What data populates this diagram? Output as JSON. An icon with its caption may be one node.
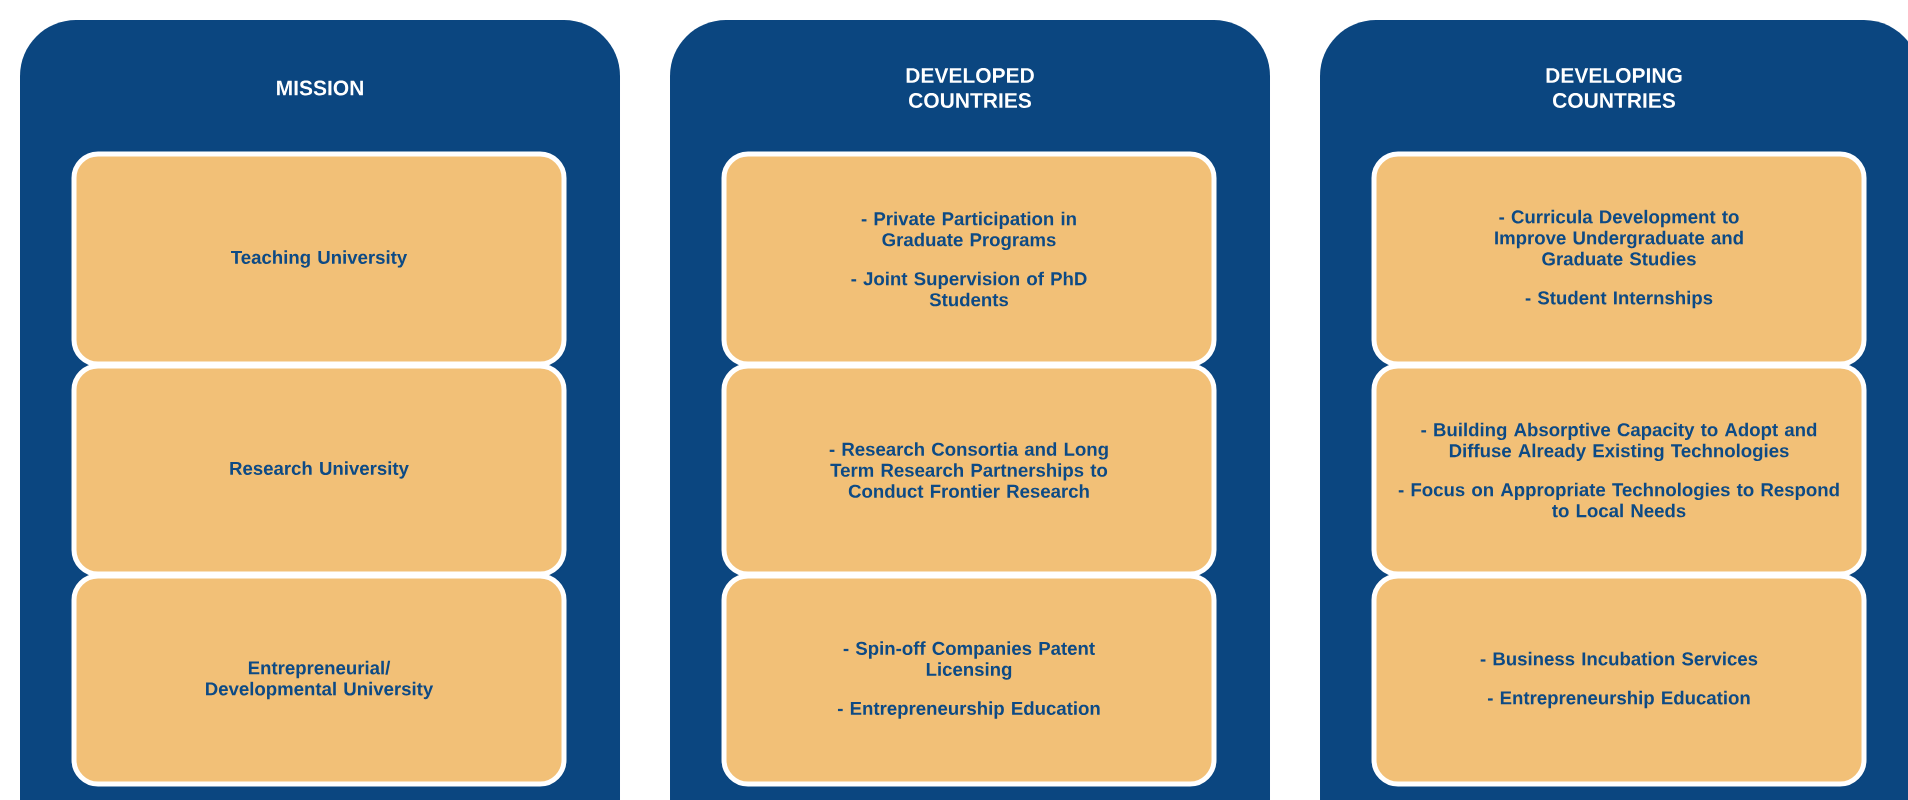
{
  "diagram": {
    "nodes": [
      {
        "text": [
          "MISSION"
        ]
      },
      {
        "text": [
          "Teaching University"
        ],
        "in": 0
      },
      {
        "text": [
          "Research University"
        ],
        "in": 0
      },
      {
        "text": [
          "Entrepreneurial/ Developmental University"
        ],
        "in": 0
      },
      {
        "text": [
          "DEVELOPED COUNTRIES"
        ]
      },
      {
        "text": [
          "- Private Participation in Graduate Programs",
          "- Joint Supervision of PhD Students"
        ],
        "in": 4
      },
      {
        "text": [
          "- Research Consortia and Long Term Research Partnerships to Conduct Frontier Research"
        ],
        "in": 4
      },
      {
        "text": [
          "- Spin-off Companies Patent Licensing",
          "- Entrepreneurship Education"
        ],
        "in": 4
      },
      {
        "text": [
          "DEVELOPING COUNTRIES"
        ]
      },
      {
        "text": [
          "- Curricula Development to Improve Undergraduate and Graduate Studies",
          "- Student Internships"
        ],
        "in": 8
      },
      {
        "text": [
          "- Building Absorptive Capacity to Adopt and Diffuse Already Existing Technologies",
          "- Focus on Appropriate Technologies to Respond to Local Needs"
        ],
        "in": 8
      },
      {
        "text": [
          "- Business Incubation Services",
          "- Entrepreneurship Education"
        ],
        "in": 8
      }
    ]
  }
}
